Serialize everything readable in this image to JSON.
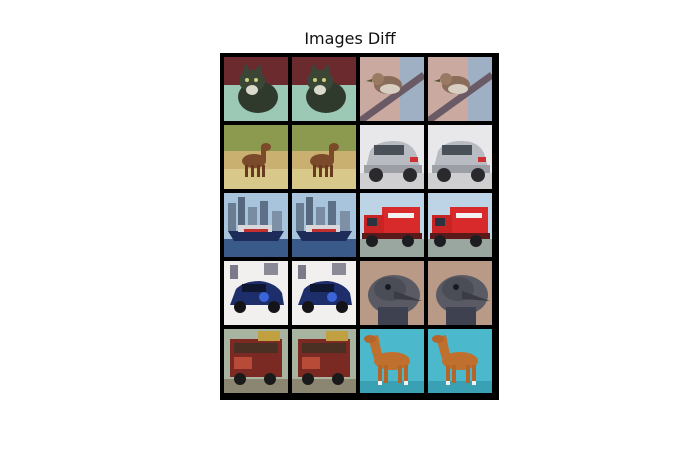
{
  "figure": {
    "title": "Images Diff"
  },
  "grid": {
    "rows": 5,
    "columns": 4,
    "cells": [
      {
        "subject": "cat",
        "icon": "cat-thumbnail"
      },
      {
        "subject": "cat",
        "icon": "cat-thumbnail"
      },
      {
        "subject": "bird",
        "icon": "bird-thumbnail"
      },
      {
        "subject": "bird",
        "icon": "bird-thumbnail"
      },
      {
        "subject": "deer",
        "icon": "deer-thumbnail"
      },
      {
        "subject": "deer",
        "icon": "deer-thumbnail"
      },
      {
        "subject": "car",
        "icon": "car-thumbnail"
      },
      {
        "subject": "car",
        "icon": "car-thumbnail"
      },
      {
        "subject": "ship",
        "icon": "ship-thumbnail"
      },
      {
        "subject": "ship",
        "icon": "ship-thumbnail"
      },
      {
        "subject": "truck-red",
        "icon": "truck-thumbnail"
      },
      {
        "subject": "truck-red",
        "icon": "truck-thumbnail"
      },
      {
        "subject": "car-blue",
        "icon": "car-thumbnail"
      },
      {
        "subject": "car-blue",
        "icon": "car-thumbnail"
      },
      {
        "subject": "bird-closeup",
        "icon": "bird-thumbnail"
      },
      {
        "subject": "bird-closeup",
        "icon": "bird-thumbnail"
      },
      {
        "subject": "truck-brown",
        "icon": "truck-thumbnail"
      },
      {
        "subject": "truck-brown",
        "icon": "truck-thumbnail"
      },
      {
        "subject": "horse",
        "icon": "horse-thumbnail"
      },
      {
        "subject": "horse",
        "icon": "horse-thumbnail"
      }
    ]
  }
}
